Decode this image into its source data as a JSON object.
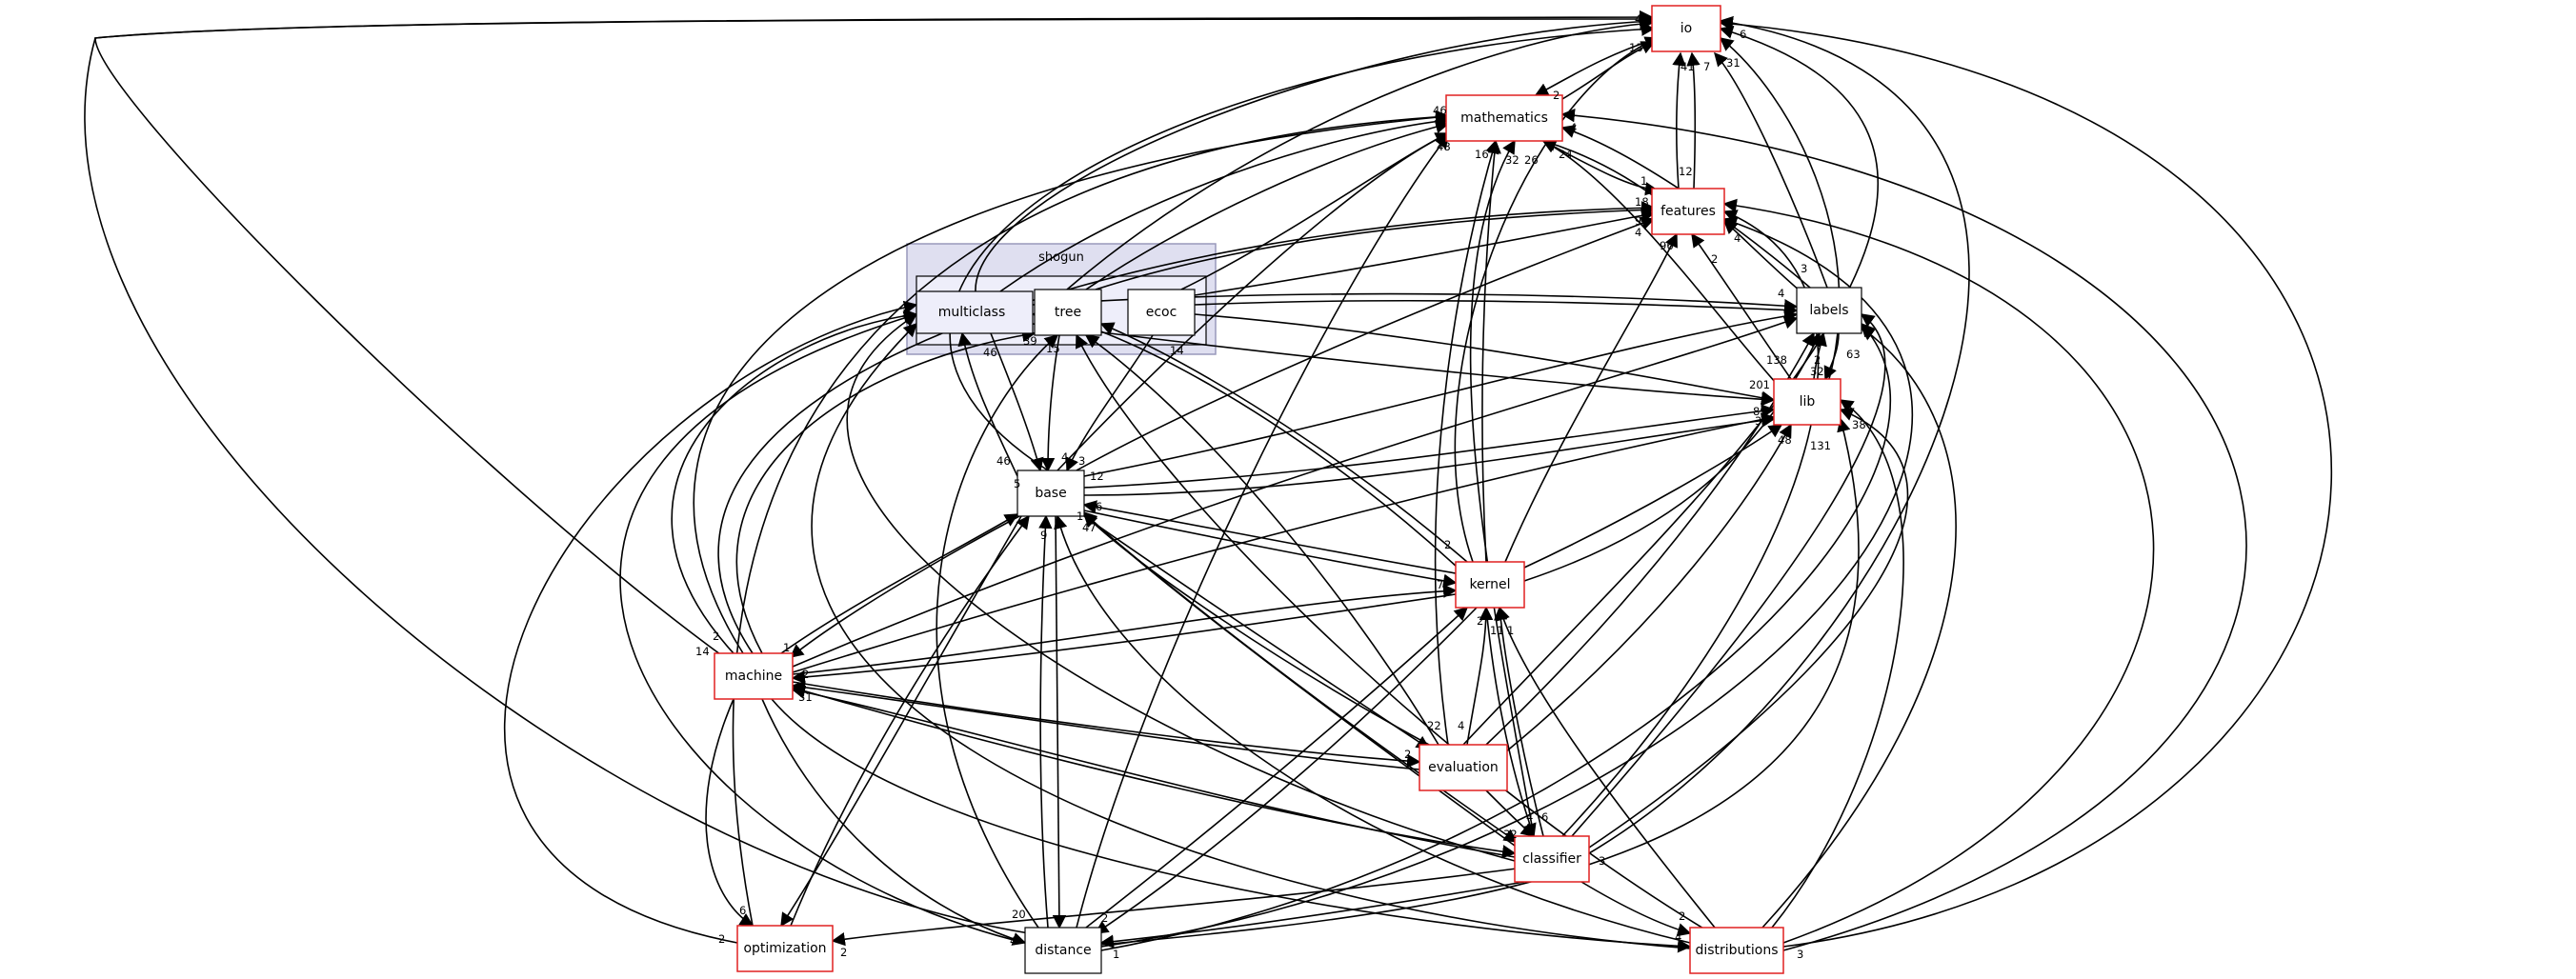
{
  "cluster": {
    "title": "shogun",
    "inner_nodes": {
      "multiclass": "multiclass",
      "tree": "tree",
      "ecoc": "ecoc"
    }
  },
  "nodes": {
    "io": "io",
    "mathematics": "mathematics",
    "features": "features",
    "labels": "labels",
    "lib": "lib",
    "base": "base",
    "kernel": "kernel",
    "machine": "machine",
    "evaluation": "evaluation",
    "classifier": "classifier",
    "optimization": "optimization",
    "distance": "distance",
    "distributions": "distributions"
  },
  "colors": {
    "line": "#000000",
    "cluster_fill": "#dfdff0",
    "cluster_border": "#9999bb",
    "inner_fill": "#eeeefa",
    "red_border": "#e02020",
    "plain_border": "#000000"
  },
  "edge_counts": [
    {
      "id": "io-in-left",
      "text": "48"
    },
    {
      "id": "io-in-13",
      "text": "13"
    },
    {
      "id": "io-41",
      "text": "41"
    },
    {
      "id": "io-7",
      "text": "7"
    },
    {
      "id": "io-31",
      "text": "31"
    },
    {
      "id": "io-6",
      "text": "6"
    },
    {
      "id": "math-2",
      "text": "2"
    },
    {
      "id": "math-4",
      "text": "4"
    },
    {
      "id": "math-46",
      "text": "46"
    },
    {
      "id": "math-48",
      "text": "48"
    },
    {
      "id": "math-16",
      "text": "16"
    },
    {
      "id": "math-32",
      "text": "32"
    },
    {
      "id": "math-26",
      "text": "26"
    },
    {
      "id": "math-24",
      "text": "24"
    },
    {
      "id": "feat-12",
      "text": "12"
    },
    {
      "id": "feat-1",
      "text": "1"
    },
    {
      "id": "feat-18",
      "text": "18"
    },
    {
      "id": "feat-9",
      "text": "9"
    },
    {
      "id": "feat-4a",
      "text": "4"
    },
    {
      "id": "feat-4b",
      "text": "4"
    },
    {
      "id": "feat-96",
      "text": "96"
    },
    {
      "id": "feat-2",
      "text": "2"
    },
    {
      "id": "lab-4",
      "text": "4"
    },
    {
      "id": "lab-3",
      "text": "3"
    },
    {
      "id": "lib-138",
      "text": "138"
    },
    {
      "id": "lib-2",
      "text": "2"
    },
    {
      "id": "lib-32",
      "text": "32"
    },
    {
      "id": "lib-63",
      "text": "63"
    },
    {
      "id": "lib-201",
      "text": "201"
    },
    {
      "id": "lib-89",
      "text": "89"
    },
    {
      "id": "lib-38",
      "text": "38"
    },
    {
      "id": "lib-38b",
      "text": "38"
    },
    {
      "id": "lib-48",
      "text": "48"
    },
    {
      "id": "lib-131",
      "text": "131"
    },
    {
      "id": "mc-46",
      "text": "46"
    },
    {
      "id": "mc-39",
      "text": "39"
    },
    {
      "id": "tree-15",
      "text": "15"
    },
    {
      "id": "ecoc-14",
      "text": "14"
    },
    {
      "id": "base-46",
      "text": "46"
    },
    {
      "id": "base-4",
      "text": "4"
    },
    {
      "id": "base-3",
      "text": "3"
    },
    {
      "id": "base-12",
      "text": "12"
    },
    {
      "id": "base-5",
      "text": "5"
    },
    {
      "id": "base-9",
      "text": "9"
    },
    {
      "id": "base-6",
      "text": "6"
    },
    {
      "id": "base-47",
      "text": "47"
    },
    {
      "id": "base-1",
      "text": "1"
    },
    {
      "id": "kern-2",
      "text": "2"
    },
    {
      "id": "kern-7",
      "text": "7"
    },
    {
      "id": "kern-2b",
      "text": "2"
    },
    {
      "id": "kern-11",
      "text": "11"
    },
    {
      "id": "kern-1",
      "text": "1"
    },
    {
      "id": "mach-2",
      "text": "2"
    },
    {
      "id": "mach-14",
      "text": "14"
    },
    {
      "id": "mach-1",
      "text": "1"
    },
    {
      "id": "mach-2b",
      "text": "2"
    },
    {
      "id": "mach-31",
      "text": "31"
    },
    {
      "id": "eval-2",
      "text": "2"
    },
    {
      "id": "eval-22",
      "text": "22"
    },
    {
      "id": "eval-4",
      "text": "4"
    },
    {
      "id": "cls-4",
      "text": "4"
    },
    {
      "id": "cls-6",
      "text": "6"
    },
    {
      "id": "cls-32",
      "text": "32"
    },
    {
      "id": "cls-3",
      "text": "3"
    },
    {
      "id": "opt-6",
      "text": "6"
    },
    {
      "id": "opt-2",
      "text": "2"
    },
    {
      "id": "opt-2b",
      "text": "2"
    },
    {
      "id": "dist-20",
      "text": "20"
    },
    {
      "id": "dist-2",
      "text": "2"
    },
    {
      "id": "dist-1",
      "text": "1"
    },
    {
      "id": "dist-4",
      "text": "4"
    },
    {
      "id": "dstr-2",
      "text": "2"
    },
    {
      "id": "dstr-4",
      "text": "4"
    },
    {
      "id": "dstr-3",
      "text": "3"
    }
  ]
}
